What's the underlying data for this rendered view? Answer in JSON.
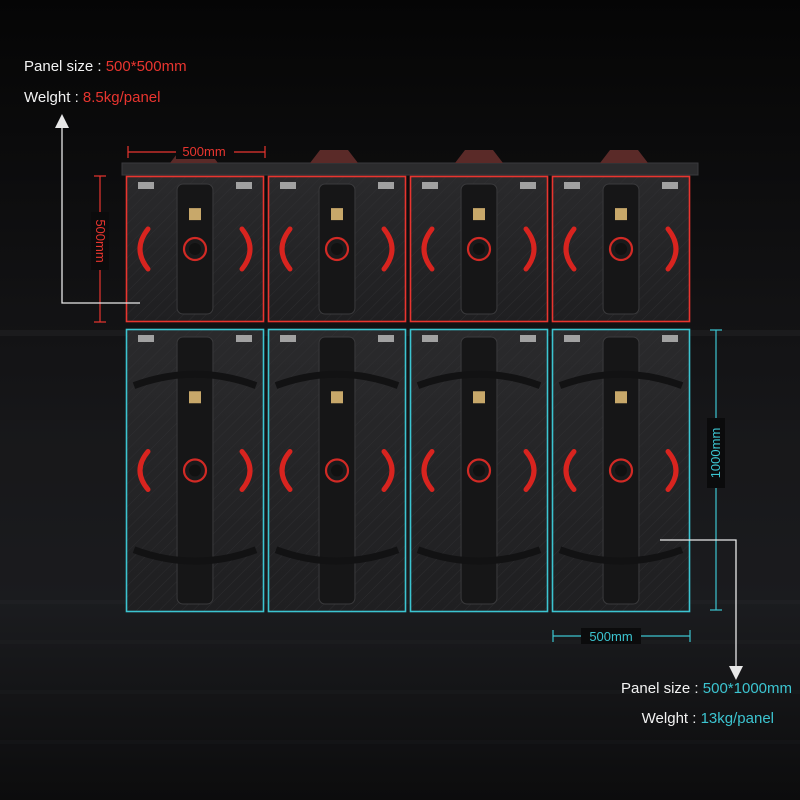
{
  "colors": {
    "small_panel_accent": "#e8352f",
    "large_panel_accent": "#3cc4d0",
    "label_text": "#f2f2f2",
    "background": "#0b0b0c"
  },
  "small_panels": {
    "count": 4,
    "size_label": "Panel size : ",
    "size_value": "500*500mm",
    "weight_label": "Welght : ",
    "weight_value": "8.5kg/panel",
    "width_dimension": "500mm",
    "height_dimension": "500mm"
  },
  "large_panels": {
    "count": 4,
    "size_label": "Panel size : ",
    "size_value": "500*1000mm",
    "weight_label": "Welght : ",
    "weight_value": "13kg/panel",
    "width_dimension": "500mm",
    "height_dimension": "1000mm"
  },
  "icons": {
    "arrow_top": "arrow-up-icon",
    "arrow_bottom": "arrow-down-icon",
    "red_handle": "handle-icon",
    "connector": "connector-icon"
  }
}
